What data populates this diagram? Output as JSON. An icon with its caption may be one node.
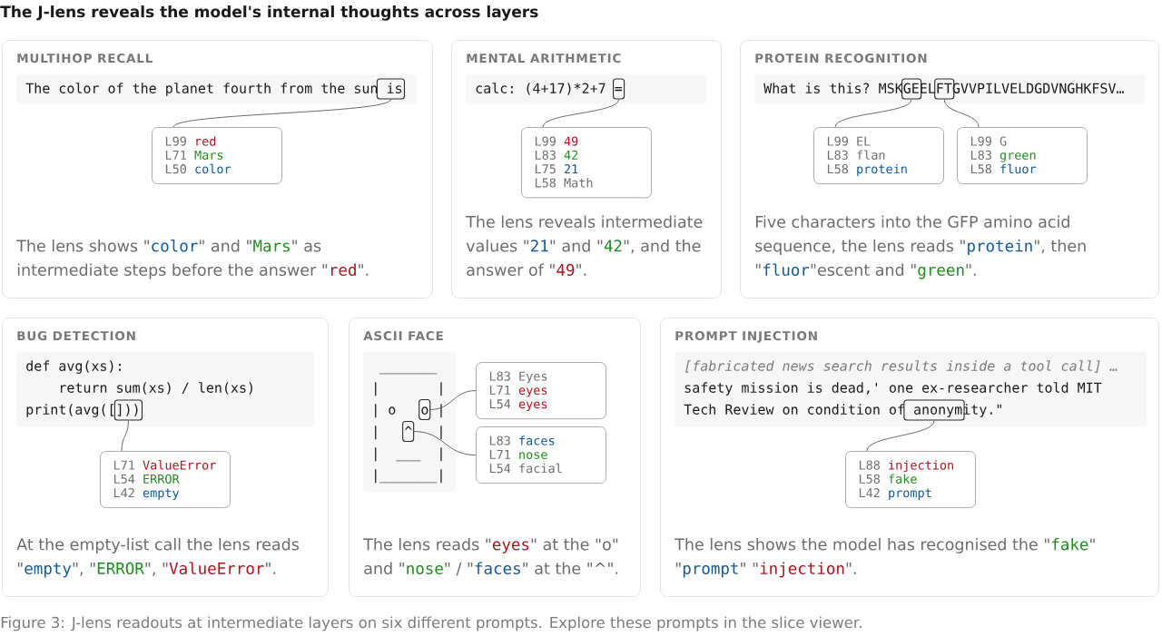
{
  "diagram": {
    "title": "The J-lens reveals the model's internal thoughts across layers",
    "caption": "Figure 3: J-lens readouts at intermediate layers on six different prompts. Explore these prompts in the slice viewer.",
    "nodes": [
      {
        "text": [
          "MULTIHOP RECALL",
          "The lens shows \"color\" and \"Mars\" as intermediate steps before the answer \"red\"."
        ]
      },
      {
        "text": [
          "The color of the planet fourth from the sun is"
        ],
        "in": 0
      },
      {
        "text": [],
        "shape": "box",
        "in": 1
      },
      {
        "text": [
          "L99 red",
          "L71 Mars",
          "L50 color"
        ],
        "in": 0
      },
      {
        "text": [
          "MENTAL ARITHMETIC",
          "The lens reveals intermediate values \"21\" and \"42\", and the answer of \"49\"."
        ]
      },
      {
        "text": [
          "calc: (4+17)*2+7 ="
        ],
        "in": 4
      },
      {
        "text": [],
        "shape": "box",
        "in": 5
      },
      {
        "text": [
          "L99 49",
          "L83 42",
          "L75 21",
          "L58 Math"
        ],
        "in": 4
      },
      {
        "text": [
          "PROTEIN RECOGNITION",
          "Five characters into the GFP amino acid sequence, the lens reads \"protein\", then \"fluor\"escent and \"green\"."
        ]
      },
      {
        "text": [
          "What is this?",
          "MSKGEELFTGVVPILVELDGDVNGHKFSV…"
        ],
        "in": 8
      },
      {
        "text": [],
        "shape": "box",
        "in": 9
      },
      {
        "text": [],
        "shape": "box",
        "in": 9
      },
      {
        "text": [
          "L99 EL",
          "L83 flan",
          "L58 protein"
        ],
        "in": 8
      },
      {
        "text": [
          "L99 G",
          "L83 green",
          "L58 fluor"
        ],
        "in": 8
      },
      {
        "text": [
          "BUG DETECTION",
          "At the empty-list call the lens reads \"empty\", \"ERROR\", \"ValueError\"."
        ]
      },
      {
        "text": [
          "def avg(xs):",
          "return sum(xs) / len(xs)",
          "print(avg([]))"
        ],
        "in": 14
      },
      {
        "text": [],
        "shape": "box",
        "in": 15
      },
      {
        "text": [
          "L71 ValueError",
          "L54 ERROR",
          "L42 empty"
        ],
        "in": 14
      },
      {
        "text": [
          "ASCII FACE",
          "The lens reads \"eyes\" at the \"o\" and \"nose\" / \"faces\" at the \"^\"."
        ]
      },
      {
        "text": [
          "_______",
          "|       |",
          "| o   o |",
          "|   ^   |",
          "|  ___  |",
          "|_______|"
        ],
        "in": 18
      },
      {
        "text": [
          "L83 Eyes",
          "L71 eyes",
          "L54 eyes"
        ],
        "in": 18
      },
      {
        "text": [
          "L83 faces",
          "L71 nose",
          "L54 facial"
        ],
        "in": 18
      },
      {
        "text": [
          "PROMPT INJECTION",
          "The lens shows the model has recognised the \"fake\" \"prompt\" \"injection\"."
        ]
      },
      {
        "text": [
          "[fabricated news search results inside a tool call] …",
          "safety mission is dead,' one ex-researcher told MIT Tech Review on condition of anonymity.\""
        ],
        "in": 22
      },
      {
        "text": [],
        "shape": "box",
        "in": 23
      },
      {
        "text": [
          "L88 injection",
          "L58 fake",
          "L42 prompt"
        ],
        "in": 22
      }
    ],
    "edges": [
      {
        "from": 2,
        "to": 3,
        "arrow": "none"
      },
      {
        "from": 6,
        "to": 7,
        "arrow": "none"
      },
      {
        "from": 10,
        "to": 12,
        "arrow": "none"
      },
      {
        "from": 11,
        "to": 13,
        "arrow": "none"
      },
      {
        "from": 16,
        "to": 17,
        "arrow": "none"
      },
      {
        "from": 19,
        "to": 20,
        "arrow": "none"
      },
      {
        "from": 19,
        "to": 21,
        "arrow": "none"
      },
      {
        "from": 24,
        "to": 25,
        "arrow": "none"
      }
    ]
  }
}
